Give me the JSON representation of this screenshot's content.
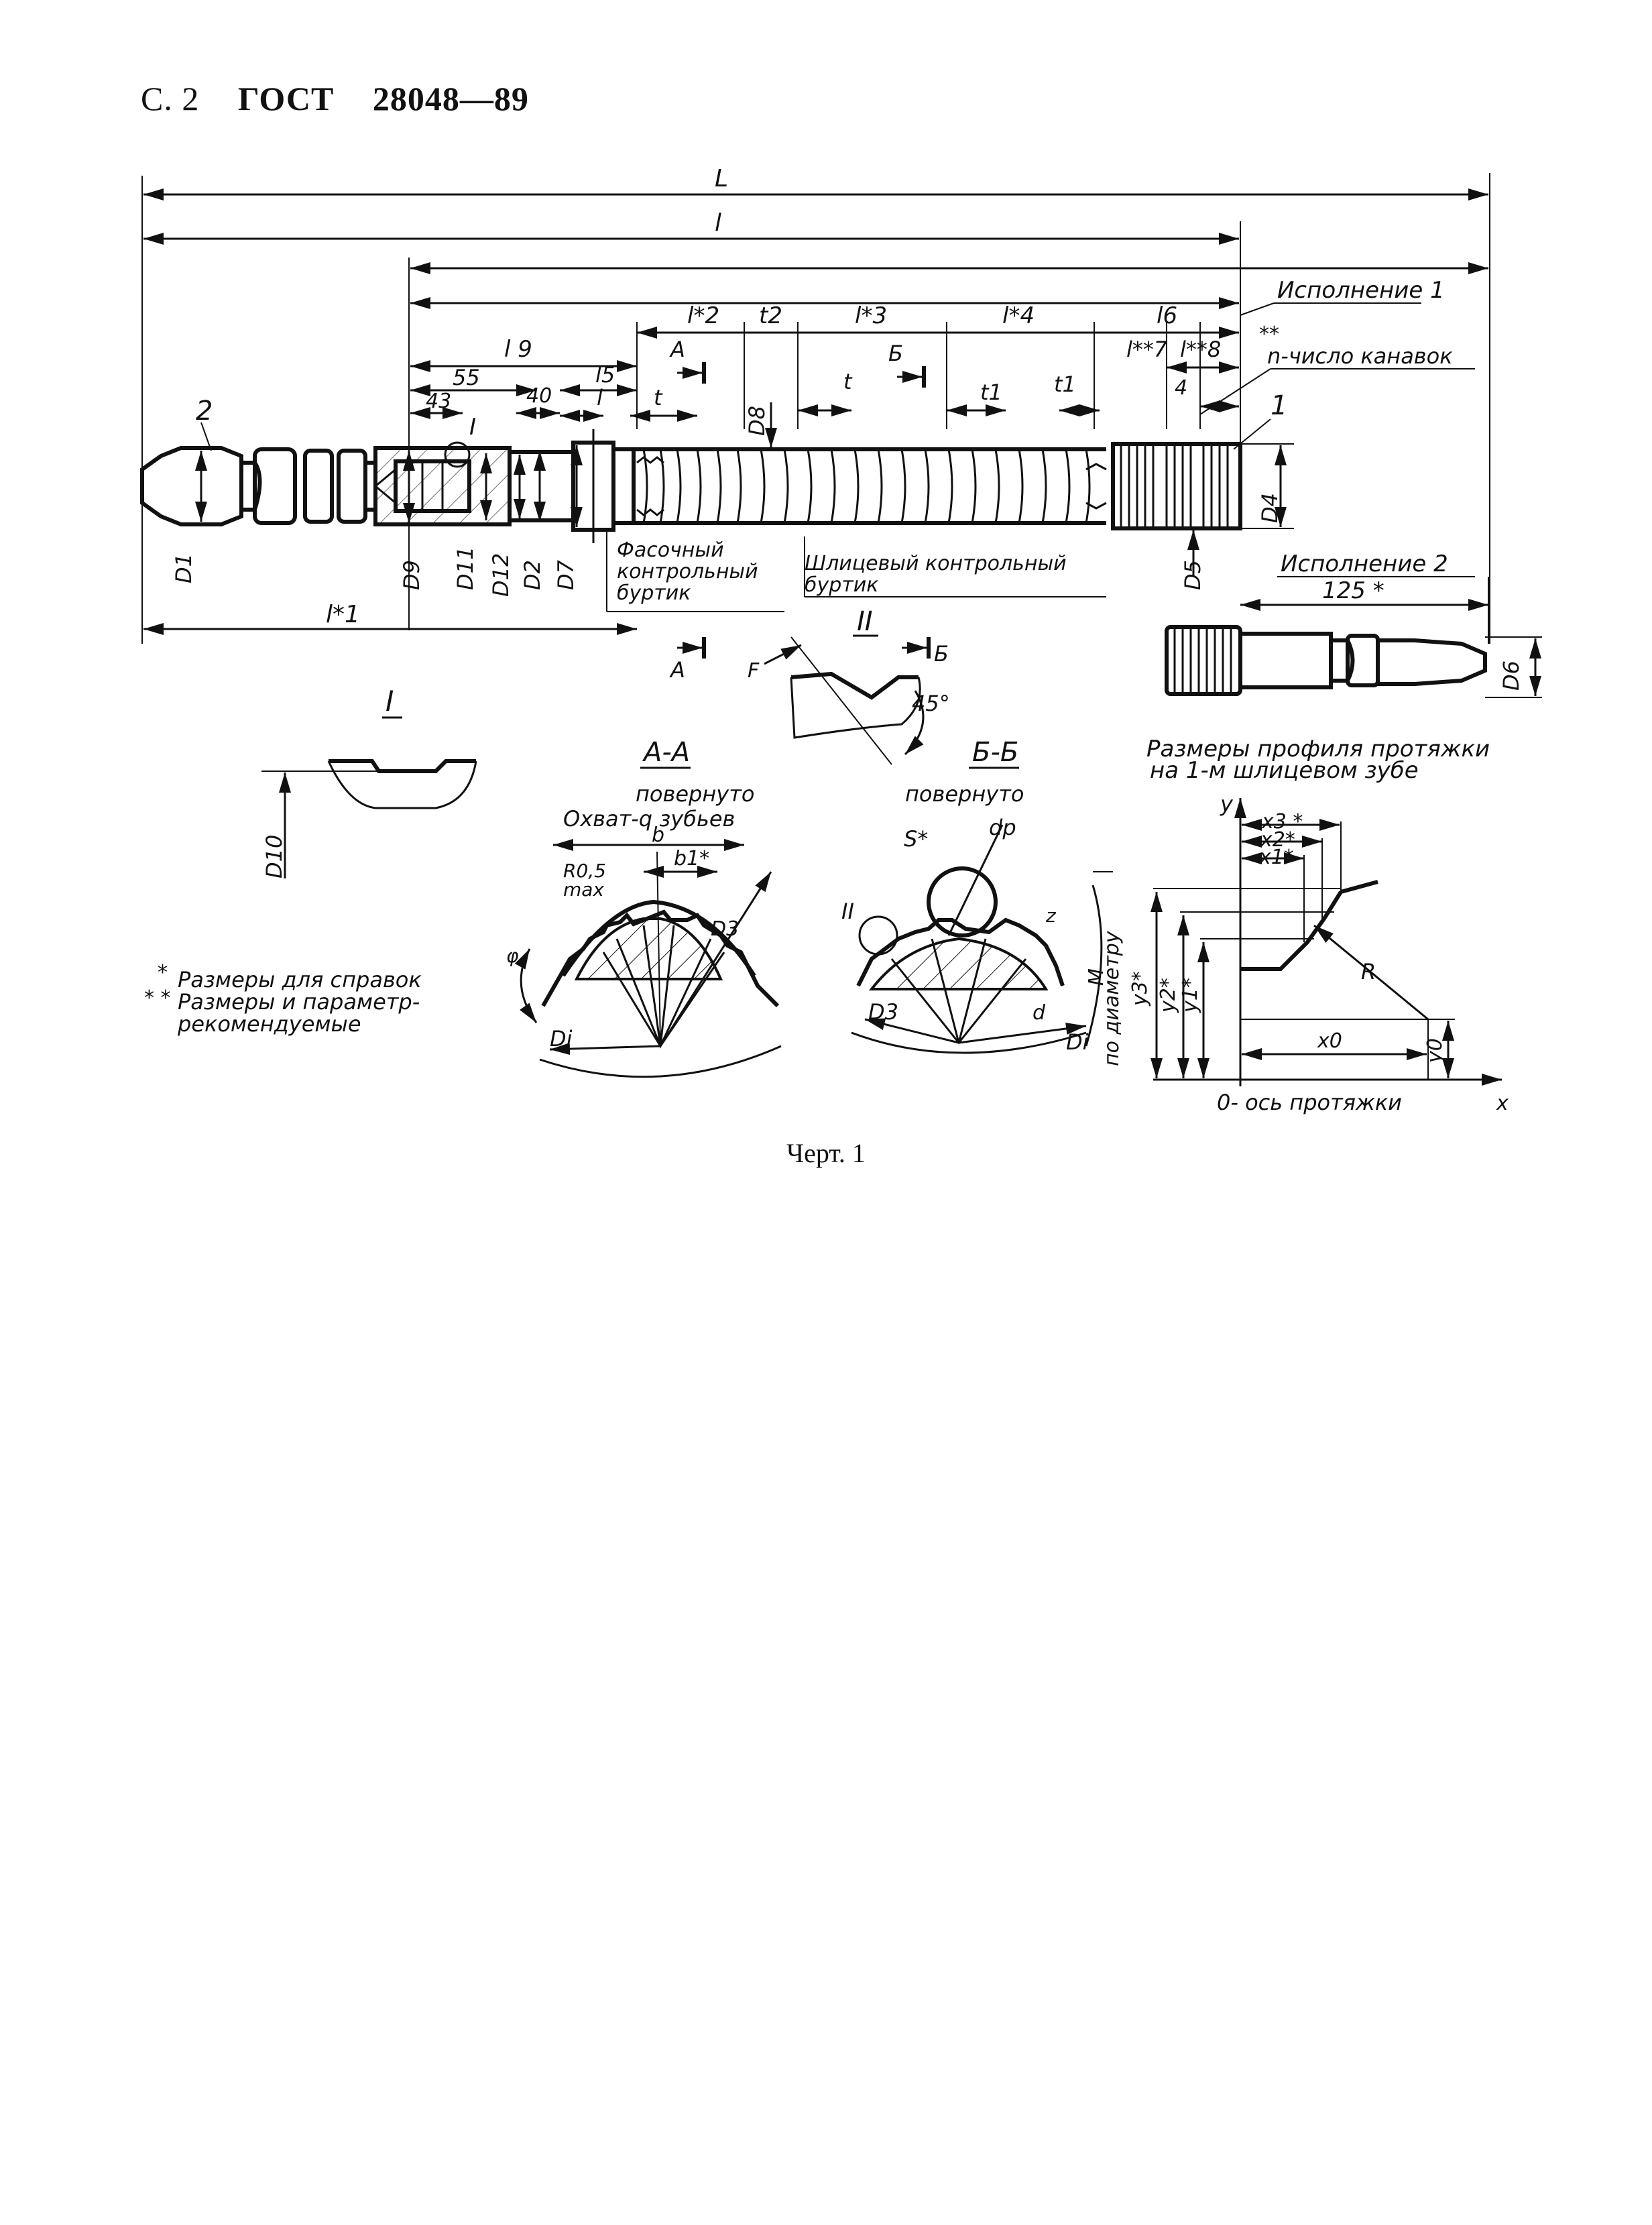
{
  "header": {
    "page": "С. 2",
    "standard": "ГОСТ",
    "number": "28048—89"
  },
  "caption": "Черт. 1",
  "labels": {
    "L": "L",
    "l_total": "l",
    "l2": "l*2",
    "t2": "t2",
    "l3": "l*3",
    "l4": "l*4",
    "l6": "l6",
    "l7": "l**7",
    "l8": "l**8",
    "l9": "l 9",
    "l5": "l5",
    "l": "l",
    "t": "t",
    "t1": "t1",
    "l1": "l*1",
    "dim55": "55",
    "dim43": "43",
    "dim40": "40",
    "dim4": "4",
    "dim125": "125 *",
    "sectionA": "А",
    "sectionB": "Б",
    "mark1": "1",
    "mark2": "2",
    "markI": "I",
    "markII": "II",
    "D1": "D1",
    "D9": "D9",
    "D11": "D11",
    "D12": "D12",
    "D2": "D2",
    "D7": "D7",
    "D8": "D8",
    "D5": "D5",
    "D4": "D4",
    "D6": "D6",
    "D10": "D10",
    "version1": "Исполнение 1",
    "version2": "Исполнение 2",
    "grooves": "n-число канавок",
    "n_stars": "**",
    "chamfer_collar": [
      "Фасочный",
      "контрольный",
      "буртик"
    ],
    "spline_collar": [
      "Шлицевый контрольный",
      "буртик"
    ],
    "angle45": "45°",
    "F": "F",
    "secAA": "А-А",
    "secBB": "Б-Б",
    "rotated": "повернуто",
    "coverage": "Охват-q зубьев",
    "b": "b",
    "b1": "b1*",
    "R05": "R0,5",
    "max": "max",
    "D3": "D3",
    "Di": "Di",
    "S": "S*",
    "dp": "dp",
    "z": "z",
    "d": "d",
    "M": "M",
    "by_diameter": "по диаметру",
    "profile_title": [
      "Размеры профиля протяжки",
      "на 1-м шлицевом зубе"
    ],
    "y": "y",
    "x": "x",
    "x1": "x1*",
    "x2": "x2*",
    "x3": "x3 *",
    "y1": "y1*",
    "y2": "y2*",
    "y3": "y3*",
    "R": "R",
    "x0": "x0",
    "y0": "y0",
    "axis": "0- ось протяжки",
    "phi": "φ",
    "note_ref": "Размеры для справок",
    "note_rec": [
      "Размеры и параметр-",
      "рекомендуемые"
    ],
    "star1": "*",
    "star2": "* *"
  }
}
